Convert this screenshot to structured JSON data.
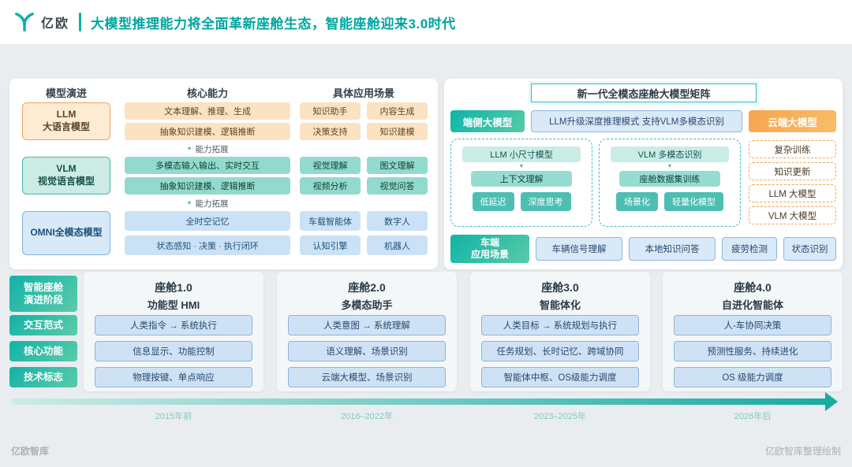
{
  "colors": {
    "teal": "#00AFA3",
    "orange": "#F49E3F",
    "blue": "#4D8FD1",
    "background": "#E9EDF0"
  },
  "icons": {
    "down_arrow": "▼"
  },
  "header": {
    "brand": "亿欧",
    "title": "大模型推理能力将全面革新座舱生态，智能座舱迎来3.0时代"
  },
  "left_panel": {
    "headers": [
      "模型演进",
      "核心能力",
      "具体应用场景"
    ],
    "expand_label": "能力拓展",
    "rows": [
      {
        "model_lines": [
          "LLM",
          "大语言模型"
        ],
        "capabilities": [
          "文本理解、推理、生成",
          "抽象知识建模、逻辑推断"
        ],
        "scenarios": [
          "知识助手",
          "内容生成",
          "决策支持",
          "知识建模"
        ]
      },
      {
        "model_lines": [
          "VLM",
          "视觉语言模型"
        ],
        "capabilities": [
          "多模态输入输出、实时交互",
          "抽象知识建模、逻辑推断"
        ],
        "scenarios": [
          "视觉理解",
          "图文理解",
          "视频分析",
          "视觉问答"
        ]
      },
      {
        "model_lines": [
          "OMNI全模态模型"
        ],
        "capabilities": [
          "全时空记忆",
          "状态感知 · 决策 · 执行闭环"
        ],
        "scenarios": [
          "车载智能体",
          "数字人",
          "认知引擎",
          "机器人"
        ]
      }
    ]
  },
  "matrix_panel": {
    "title": "新一代全模态座舱大模型矩阵",
    "edge_label": "端侧大模型",
    "upgrade_bar": "LLM升级深度推理模式 支持VLM多模态识别",
    "cloud_label": "云端大模型",
    "llm_group": {
      "top": "LLM 小尺寸模型",
      "mid": "上下文理解",
      "bottom": [
        "低延迟",
        "深度思考"
      ]
    },
    "vlm_group": {
      "top": "VLM 多模态识别",
      "mid": "座舱数据集训练",
      "bottom": [
        "场景化",
        "轻量化模型"
      ]
    },
    "cloud_items": [
      "复杂训练",
      "知识更新",
      "LLM 大模型",
      "VLM 大模型"
    ],
    "scene_label_lines": [
      "车端",
      "应用场景"
    ],
    "scene_items": [
      "车辆信号理解",
      "本地知识问答",
      "疲劳检测",
      "状态识别"
    ]
  },
  "evolution": {
    "side_labels": {
      "stage_lines": [
        "智能座舱",
        "演进阶段"
      ],
      "interaction": "交互范式",
      "core": "核心功能",
      "tech": "技术标志"
    },
    "stages": [
      {
        "title_lines": [
          "座舱1.0",
          "功能型 HMI"
        ],
        "items": [
          "人类指令 → 系统执行",
          "信息显示、功能控制",
          "物理按键、单点响应"
        ],
        "era": "2015年前"
      },
      {
        "title_lines": [
          "座舱2.0",
          "多模态助手"
        ],
        "items": [
          "人类意图 → 系统理解",
          "语义理解、场景识别",
          "云端大模型、场景识别"
        ],
        "era": "2016–2022年"
      },
      {
        "title_lines": [
          "座舱3.0",
          "智能体化"
        ],
        "items": [
          "人类目标 → 系统规划与执行",
          "任务规划、长时记忆、跨域协同",
          "智能体中枢、OS级能力调度"
        ],
        "era": "2023–2025年"
      },
      {
        "title_lines": [
          "座舱4.0",
          "自进化智能体"
        ],
        "items": [
          "人-车协同决策",
          "预测性服务、持续进化",
          "OS 级能力调度"
        ],
        "era": "2026年后"
      }
    ]
  },
  "footer": {
    "left": "亿欧智库",
    "right": "亿欧智库整理绘制"
  }
}
